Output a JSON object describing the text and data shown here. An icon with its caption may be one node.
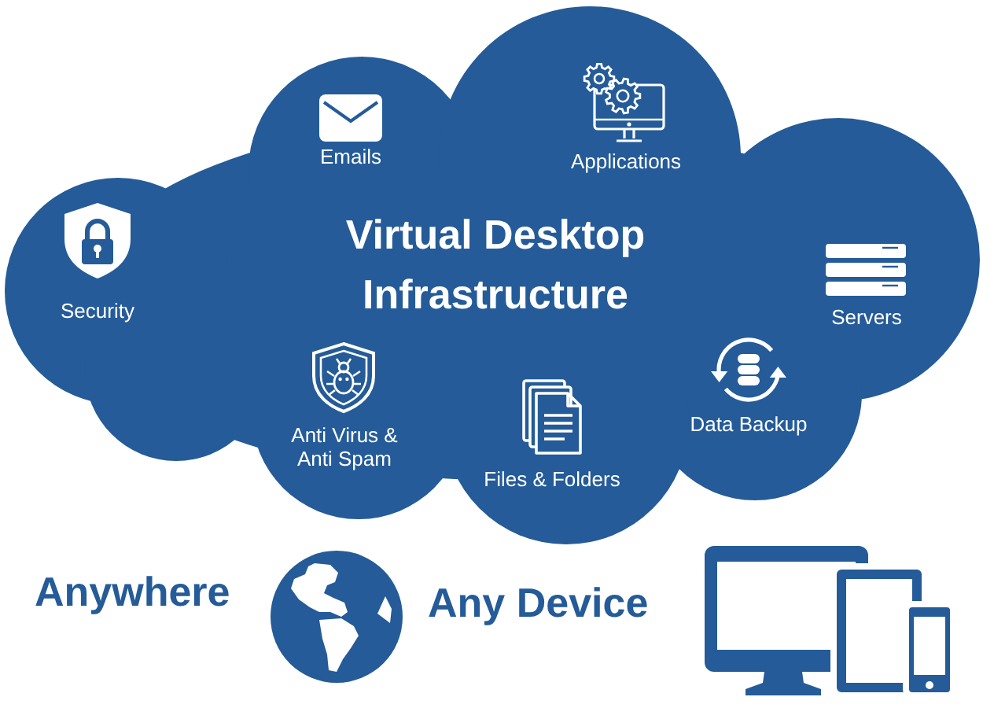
{
  "diagram": {
    "nodes": [
      {
        "text": [
          "Virtual Desktop Infrastructure",
          "Emails",
          "Applications",
          "Security",
          "Servers",
          "Anti Virus & Anti Spam",
          "Files & Folders",
          "Data Backup"
        ]
      }
    ],
    "labels": [
      "Anywhere",
      "Any Device"
    ]
  }
}
